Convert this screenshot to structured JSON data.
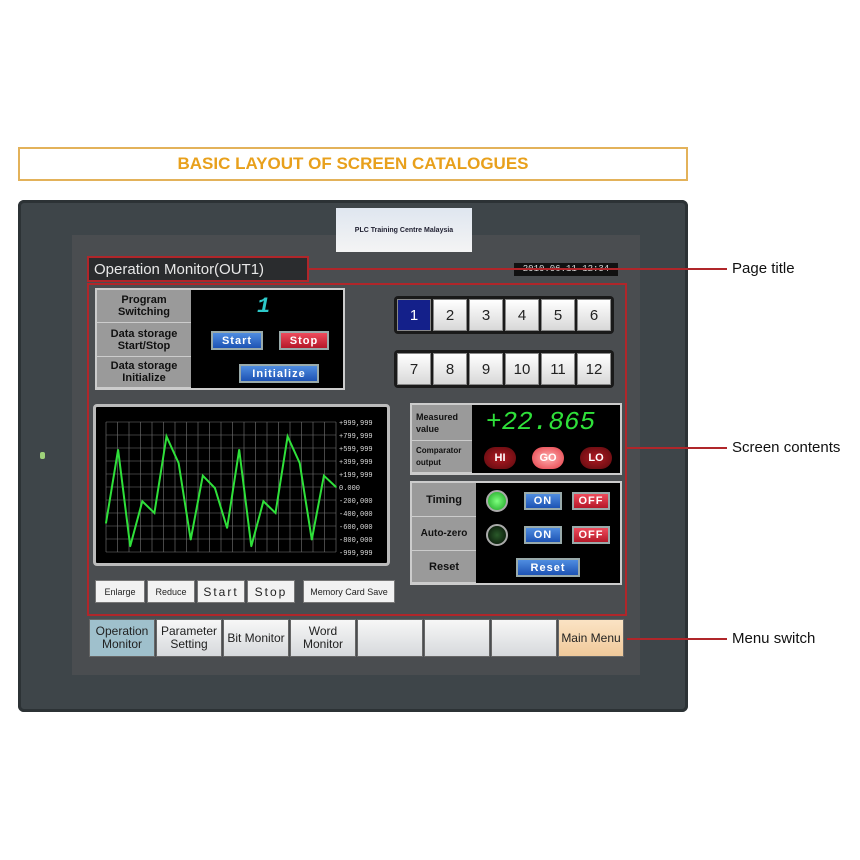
{
  "header": {
    "title": "BASIC LAYOUT OF SCREEN CATALOGUES"
  },
  "logo": {
    "text": "PLC Training Centre Malaysia"
  },
  "screen": {
    "page_title": "Operation Monitor(OUT1)",
    "datetime": "2010.06.11 12:34",
    "program": {
      "label": "Program Switching",
      "value": "1"
    },
    "storage": {
      "label": "Data storage Start/Stop",
      "start": "Start",
      "stop": "Stop"
    },
    "init": {
      "label": "Data storage Initialize",
      "button": "Initialize"
    },
    "programs": [
      "1",
      "2",
      "3",
      "4",
      "5",
      "6",
      "7",
      "8",
      "9",
      "10",
      "11",
      "12"
    ],
    "selected_program": "1",
    "measured": {
      "label": "Measured value",
      "value": "+22.865"
    },
    "comparator": {
      "label": "Comparator output",
      "hi": "HI",
      "go": "GO",
      "lo": "LO",
      "active": "GO"
    },
    "timing": {
      "label": "Timing",
      "on": "ON",
      "off": "OFF",
      "lamp": "on"
    },
    "autozero": {
      "label": "Auto-zero",
      "on": "ON",
      "off": "OFF",
      "lamp": "off"
    },
    "reset": {
      "label": "Reset",
      "button": "Reset"
    },
    "graph_buttons": [
      "Enlarge",
      "Reduce",
      "Start",
      "Stop",
      "Memory Card Save"
    ]
  },
  "chart_data": {
    "type": "line",
    "ylim": [
      -999999,
      999999
    ],
    "yticks": [
      "+999,999",
      "+799,999",
      "+599,999",
      "+399,999",
      "+199,999",
      "0.000",
      "-200,000",
      "-400,000",
      "-600,000",
      "-800,000",
      "-999,999"
    ],
    "series": [
      {
        "name": "measured",
        "values": [
          -554000,
          574000,
          -913000,
          -220000,
          -400000,
          779000,
          369000,
          -810000,
          174000,
          -15000,
          -630000,
          574000,
          -913000,
          -220000,
          -400000,
          779000,
          369000,
          -810000,
          174000,
          0
        ]
      }
    ],
    "color": "#2fe03a"
  },
  "menu": [
    "Operation Monitor",
    "Parameter Setting",
    "Bit Monitor",
    "Word Monitor",
    "",
    "",
    "",
    "Main Menu"
  ],
  "annotations": {
    "page_title": "Page title",
    "screen_contents": "Screen contents",
    "menu_switch": "Menu switch"
  }
}
